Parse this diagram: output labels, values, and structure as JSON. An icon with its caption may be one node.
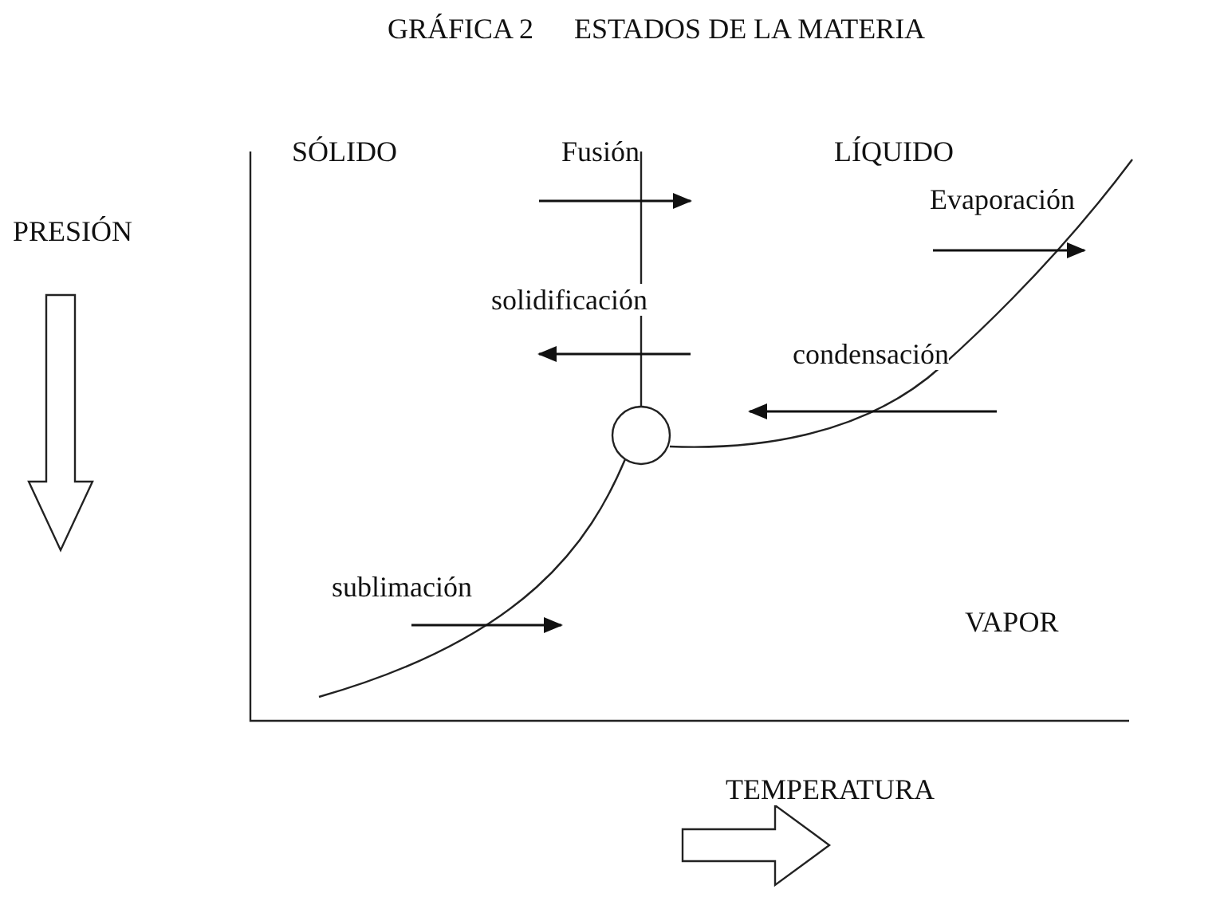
{
  "diagram": {
    "title": "ESTADOS DE LA MATERIA",
    "labels": [
      "GRÁFICA 2",
      "SÓLIDO",
      "Fusión",
      "LÍQUIDO",
      "PRESIÓN",
      "Evaporación",
      "solidificación",
      "condensación",
      "sublimación",
      "VAPOR",
      "TEMPERATURA"
    ]
  }
}
